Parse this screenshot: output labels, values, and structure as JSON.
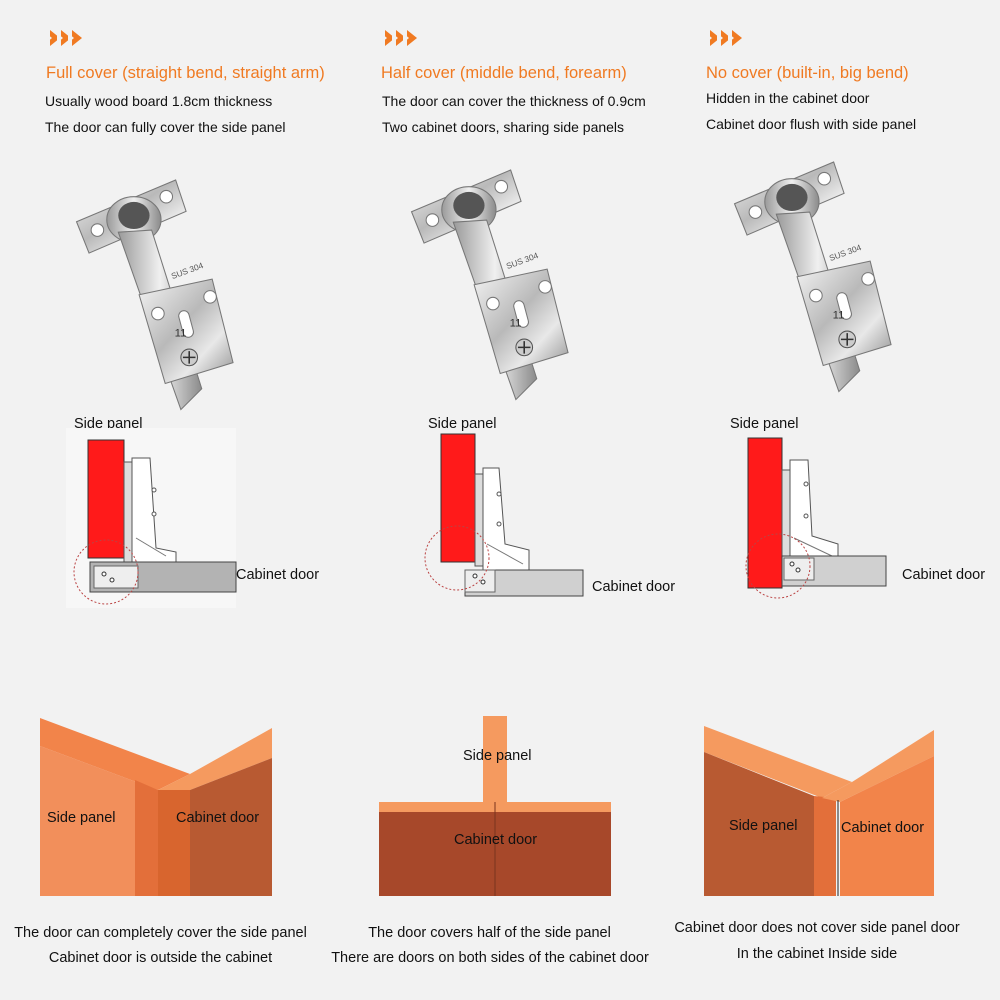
{
  "columns": [
    {
      "heading": "Full cover (straight bend, straight arm)",
      "line1": "Usually wood board 1.8cm thickness",
      "line2": "The door can fully cover the side panel",
      "side_panel_label": "Side panel",
      "cabinet_door_label": "Cabinet door",
      "block_side_label": "Side panel",
      "block_door_label": "Cabinet door",
      "caption1": "The door can completely cover the side panel",
      "caption2": "Cabinet door is outside the cabinet"
    },
    {
      "heading": "Half cover (middle bend, forearm)",
      "line1": "The door can cover the thickness of 0.9cm",
      "line2": "Two cabinet doors, sharing side panels",
      "side_panel_label": "Side panel",
      "cabinet_door_label": "Cabinet door",
      "block_side_label": "Side panel",
      "block_door_label": "Cabinet door",
      "caption1": "The door covers half of the side panel",
      "caption2": "There are doors on both sides of the cabinet door"
    },
    {
      "heading": "No cover (built-in, big bend)",
      "line1": "Hidden in the cabinet door",
      "line2": "Cabinet door flush with side panel",
      "side_panel_label": "Side panel",
      "cabinet_door_label": "Cabinet door",
      "block_side_label": "Side panel",
      "block_door_label": "Cabinet door",
      "caption1": "Cabinet door does not cover side panel door",
      "caption2": "In the cabinet Inside side"
    }
  ],
  "hinge_stamp": "SUS 304",
  "hinge_number": "11",
  "colors": {
    "accent": "#f07a22",
    "side_panel_red": "#ff1a1a",
    "door_gray": "#b3b3b3",
    "wood_light": "#f2844a",
    "wood_dark": "#b85a32"
  }
}
